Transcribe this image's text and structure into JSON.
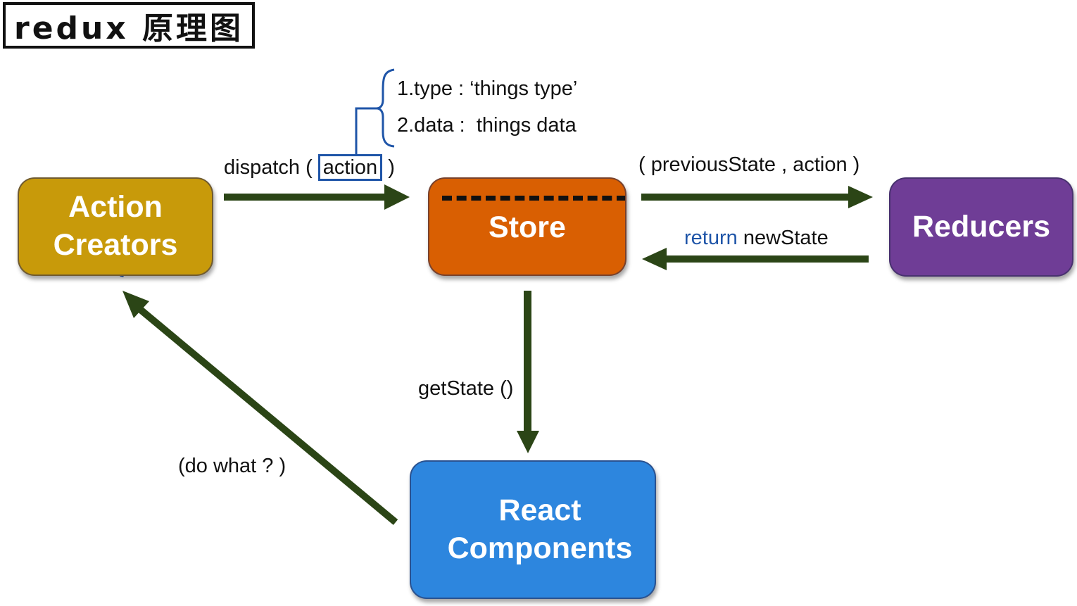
{
  "title": "redux 原理图",
  "colors": {
    "action_creators": "#c89a0a",
    "store": "#d95f02",
    "reducers": "#6f3d96",
    "react_components": "#2d86de",
    "arrow": "#2b4516",
    "annotation_blue": "#1f55a8"
  },
  "nodes": {
    "action_creators": {
      "line1": "Action",
      "line2": "Creators"
    },
    "store": {
      "label": "Store"
    },
    "reducers": {
      "label": "Reducers"
    },
    "react_components": {
      "line1": "React",
      "line2": "Components"
    }
  },
  "edges": {
    "dispatch": {
      "prefix": "dispatch (",
      "action": "action",
      "suffix": ")"
    },
    "to_reducers": {
      "label": "( previousState , action )"
    },
    "from_reducers": {
      "keyword": "return",
      "label": "newState"
    },
    "get_state": {
      "label": "getState ()"
    },
    "do_what": {
      "label": "(do what ? )"
    }
  },
  "action_fields": [
    {
      "label": "1.type : ‘things type’"
    },
    {
      "label": "2.data :  things data"
    }
  ]
}
